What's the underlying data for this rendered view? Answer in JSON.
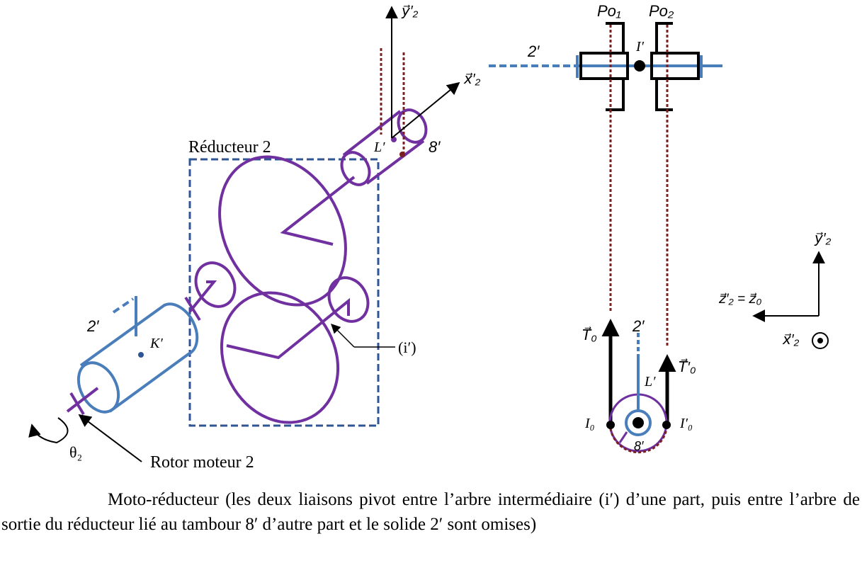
{
  "labels": {
    "po1": "Po₁",
    "po2": "Po₂",
    "i_prime": "I′",
    "two_prime_top": "2′",
    "x2_prime": "x⃗′₂",
    "y2_prime_top": "y⃗′₂",
    "l_prime": "L′",
    "eight_prime": "8′",
    "reducteur": "Réducteur 2",
    "i_shaft": "(i′)",
    "two_prime_left": "2′",
    "k_prime": "K′",
    "theta2": "θ₂",
    "rotor": "Rotor moteur 2",
    "t0": "T⃗₀",
    "t0_prime": "T⃗′₀",
    "two_prime_drum": "2′",
    "l_prime_drum": "L′",
    "i0": "I₀",
    "i0_prime": "I′₀",
    "eight_prime_drum": "8′",
    "y2_prime_axes": "y⃗′₂",
    "z_eq": "z⃗′₂ = z⃗₀",
    "x2_prime_axes": "x⃗′₂"
  },
  "caption": "Moto-réducteur (les deux liaisons pivot entre l’arbre intermédiaire (i′) d’une part, puis entre l’arbre de sortie du réducteur lié au tambour 8′ d’autre part et le solide 2′ sont omises)",
  "colors": {
    "purple": "#7030a0",
    "blue": "#4a7ebb",
    "dark_blue": "#2f5597",
    "dark_red": "#7b2020",
    "black": "#000000"
  }
}
